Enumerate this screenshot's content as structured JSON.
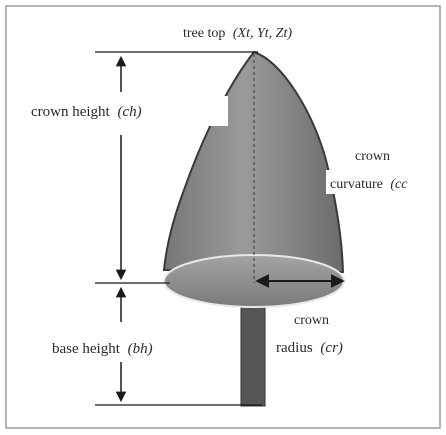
{
  "labels": {
    "tree_top": "tree top",
    "tree_top_coords": "(Xt, Yt, Zt)",
    "crown_height": "crown height",
    "crown_height_abbr": "(ch)",
    "crown_curvature_line1": "crown",
    "crown_curvature_line2": "curvature",
    "crown_curvature_abbr": "(cc",
    "base_height": "base height",
    "base_height_abbr": "(bh)",
    "crown_radius_line1": "crown",
    "crown_radius_line2": "radius",
    "crown_radius_abbr": "(cr)"
  },
  "colors": {
    "crown_fill": "#8e8e8e",
    "crown_shade": "#5f5f5f",
    "crown_outline": "#3a3a3a",
    "trunk_fill": "#555555",
    "lines": "#1a1a1a",
    "frame": "#9a9a9a",
    "text": "#2a2a2a"
  }
}
